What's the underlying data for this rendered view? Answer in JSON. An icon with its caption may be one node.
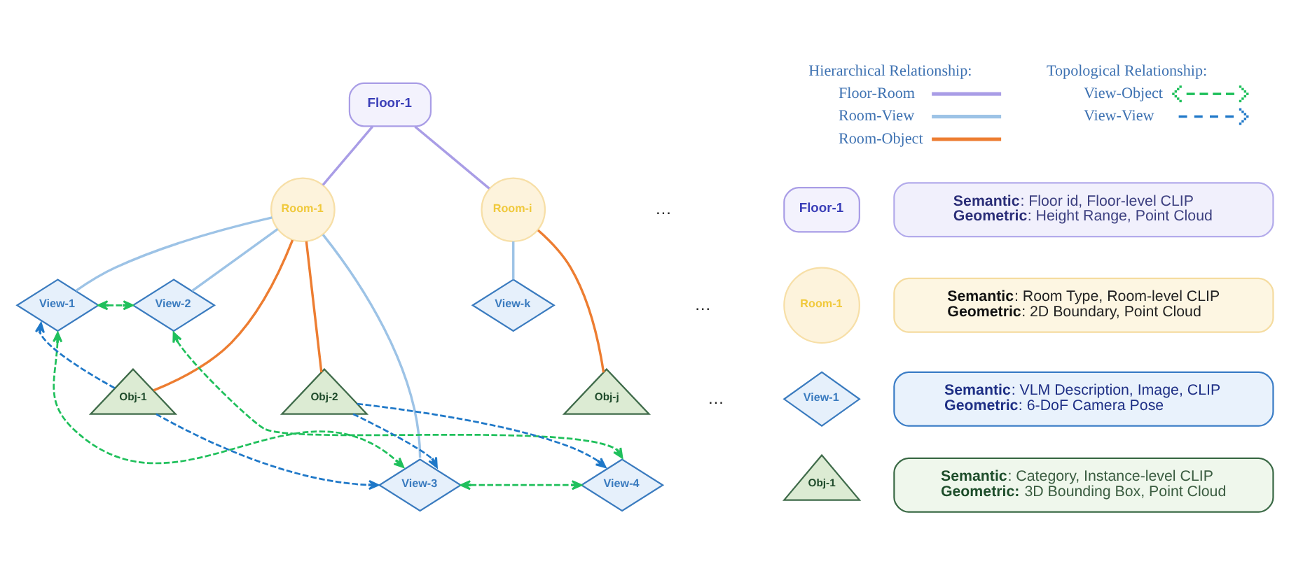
{
  "diagram": {
    "nodes": [
      {
        "text": [
          "Floor-1"
        ]
      },
      {
        "text": [
          "Room-1"
        ]
      },
      {
        "text": [
          "Room-i"
        ]
      },
      {
        "text": [
          "View-1"
        ]
      },
      {
        "text": [
          "View-2"
        ]
      },
      {
        "text": [
          "View-k"
        ]
      },
      {
        "text": [
          "Obj-1"
        ]
      },
      {
        "text": [
          "Obj-2"
        ]
      },
      {
        "text": [
          "Obj-j"
        ]
      },
      {
        "text": [
          "View-3"
        ]
      },
      {
        "text": [
          "View-4"
        ]
      },
      {
        "text": [
          "Floor-1"
        ]
      },
      {
        "text": [
          "**Semantic**: Floor id, Floor-level CLIP",
          "**Geometric**: Height Range, Point Cloud"
        ]
      },
      {
        "text": [
          "Room-1"
        ]
      },
      {
        "text": [
          "**Semantic**: Room Type, Room-level CLIP",
          "**Geometric**: 2D Boundary, Point Cloud"
        ]
      },
      {
        "text": [
          "View-1"
        ]
      },
      {
        "text": [
          "**Semantic**: VLM Description, Image, CLIP",
          "**Geometric**: 6-DoF Camera Pose"
        ]
      },
      {
        "text": [
          "Obj-1"
        ]
      },
      {
        "text": [
          "**Semantic**: Category, Instance-level CLIP",
          "**Geometric:** 3D Bounding Box, Point Cloud"
        ]
      }
    ],
    "edges": [
      {
        "from": 0,
        "to": 1,
        "arrow": "none",
        "color": "#a99de6"
      },
      {
        "from": 0,
        "to": 2,
        "arrow": "none",
        "color": "#a99de6"
      },
      {
        "from": 1,
        "to": 3,
        "arrow": "none",
        "color": "#9dc3e6"
      },
      {
        "from": 1,
        "to": 4,
        "arrow": "none",
        "color": "#9dc3e6"
      },
      {
        "from": 1,
        "to": 9,
        "arrow": "none",
        "color": "#9dc3e6"
      },
      {
        "from": 1,
        "to": 6,
        "arrow": "none",
        "color": "#ed7d31"
      },
      {
        "from": 1,
        "to": 7,
        "arrow": "none",
        "color": "#ed7d31"
      },
      {
        "from": 2,
        "to": 5,
        "arrow": "none",
        "color": "#9dc3e6"
      },
      {
        "from": 2,
        "to": 8,
        "arrow": "none",
        "color": "#ed7d31"
      },
      {
        "from": 3,
        "to": 4,
        "arrow": "both",
        "style": "dashed",
        "color": "#20c05c"
      },
      {
        "from": 3,
        "to": 9,
        "arrow": "both",
        "style": "dashed",
        "color": "#20c05c"
      },
      {
        "from": 4,
        "to": 10,
        "arrow": "both",
        "style": "dashed",
        "color": "#20c05c"
      },
      {
        "from": 9,
        "to": 10,
        "arrow": "both",
        "style": "dashed",
        "color": "#20c05c"
      },
      {
        "from": 6,
        "to": 3,
        "arrow": "to",
        "style": "dashed",
        "color": "#1f78c8"
      },
      {
        "from": 6,
        "to": 9,
        "arrow": "to",
        "style": "dashed",
        "color": "#1f78c8"
      },
      {
        "from": 7,
        "to": 9,
        "arrow": "to",
        "style": "dashed",
        "color": "#1f78c8"
      },
      {
        "from": 7,
        "to": 10,
        "arrow": "to",
        "style": "dashed",
        "color": "#1f78c8"
      }
    ],
    "labels": [
      "Hierarchical Relationship:",
      "Topological Relationship:",
      "…",
      "…",
      "…"
    ],
    "legend": [
      {
        "text": "Floor-Room"
      },
      {
        "text": "Room-View"
      },
      {
        "text": "Room-Object"
      },
      {
        "text": "View-Object"
      },
      {
        "text": "View-View"
      }
    ]
  }
}
